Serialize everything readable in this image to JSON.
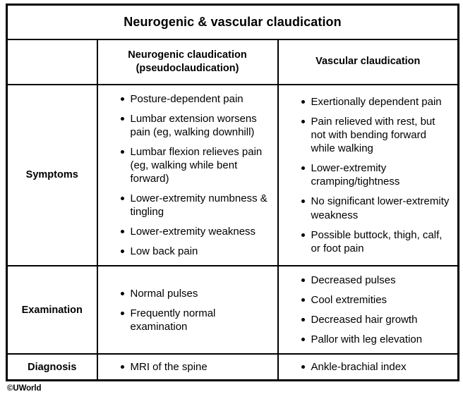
{
  "document": {
    "title": "Neurogenic & vascular claudication",
    "copyright": "©UWorld"
  },
  "table": {
    "columns": [
      {
        "id": "row-label",
        "label": ""
      },
      {
        "id": "neurogenic",
        "label": "Neurogenic claudication\n(pseudoclaudication)",
        "line1": "Neurogenic claudication",
        "line2": "(pseudoclaudication)"
      },
      {
        "id": "vascular",
        "label": "Vascular claudication",
        "line1": "Vascular claudication",
        "line2": ""
      }
    ],
    "rows": [
      {
        "id": "symptoms",
        "label": "Symptoms",
        "neurogenic": [
          "Posture-dependent pain",
          "Lumbar extension worsens pain (eg, walking downhill)",
          "Lumbar flexion relieves pain (eg, walking while bent forward)",
          "Lower-extremity numbness & tingling",
          "Lower-extremity weakness",
          "Low back pain"
        ],
        "vascular": [
          "Exertionally dependent pain",
          "Pain relieved with rest, but not with bending forward while walking",
          "Lower-extremity cramping/tightness",
          "No significant lower-extremity weakness",
          "Possible buttock, thigh, calf, or foot pain"
        ]
      },
      {
        "id": "examination",
        "label": "Examination",
        "neurogenic": [
          "Normal pulses",
          "Frequently normal examination"
        ],
        "vascular": [
          "Decreased pulses",
          "Cool extremities",
          "Decreased hair growth",
          "Pallor with leg elevation"
        ]
      },
      {
        "id": "diagnosis",
        "label": "Diagnosis",
        "neurogenic": [
          "MRI of the spine"
        ],
        "vascular": [
          "Ankle-brachial index"
        ]
      }
    ]
  },
  "colors": {
    "border": "#000000",
    "background": "#ffffff",
    "text": "#000000"
  }
}
